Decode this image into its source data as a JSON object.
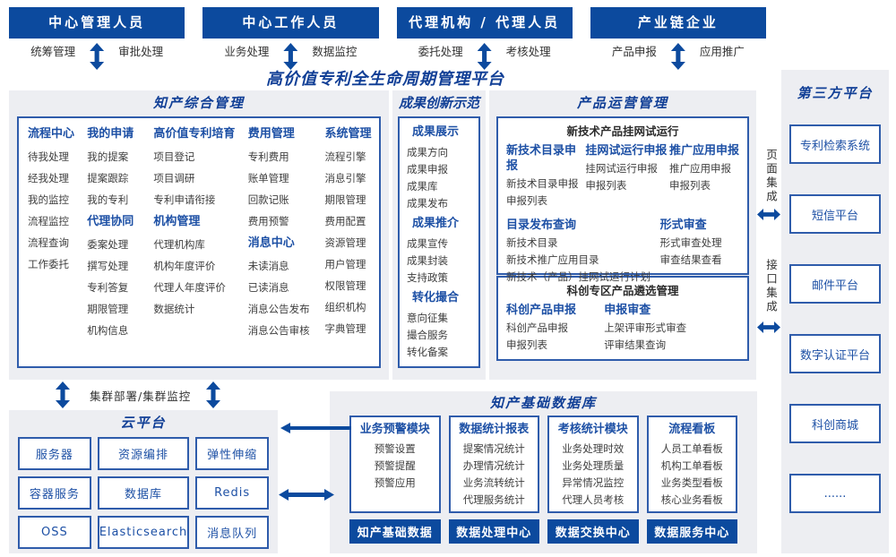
{
  "colors": {
    "primary": "#0c4a9e",
    "panel_bg": "#edeef2",
    "border": "#2f5cab",
    "section_text": "#1d50a5"
  },
  "top_roles": [
    {
      "title": "中心管理人员",
      "left": "统筹管理",
      "right": "审批处理"
    },
    {
      "title": "中心工作人员",
      "left": "业务处理",
      "right": "数据监控"
    },
    {
      "title": "代理机构 / 代理人员",
      "left": "委托处理",
      "right": "考核处理"
    },
    {
      "title": "产业链企业",
      "left": "产品申报",
      "right": "应用推广"
    }
  ],
  "platform_title": "高价值专利全生命周期管理平台",
  "ip_mgmt": {
    "title": "知产综合管理",
    "sections": {
      "process_center": {
        "title": "流程中心",
        "items": [
          "待我处理",
          "经我处理",
          "我的监控",
          "流程监控",
          "流程查询",
          "工作委托"
        ]
      },
      "my_application": {
        "title": "我的申请",
        "items": [
          "我的提案",
          "提案跟踪",
          "我的专利"
        ]
      },
      "agency_collab": {
        "title": "代理协同",
        "items": [
          "委案处理",
          "撰写处理",
          "专利答复",
          "期限管理",
          "机构信息"
        ]
      },
      "hv_cultivation": {
        "title": "高价值专利培育",
        "items": [
          "项目登记",
          "项目调研",
          "专利申请衔接"
        ]
      },
      "org_mgmt": {
        "title": "机构管理",
        "items": [
          "代理机构库",
          "机构年度评价",
          "代理人年度评价",
          "数据统计"
        ]
      },
      "fee_mgmt": {
        "title": "费用管理",
        "items": [
          "专利费用",
          "账单管理",
          "回款记账",
          "费用预警"
        ]
      },
      "msg_center": {
        "title": "消息中心",
        "items": [
          "未读消息",
          "已读消息",
          "消息公告发布",
          "消息公告审核"
        ]
      },
      "sys_mgmt": {
        "title": "系统管理",
        "items": [
          "流程引擎",
          "消息引擎",
          "期限管理",
          "费用配置",
          "资源管理",
          "用户管理",
          "权限管理",
          "组织机构",
          "字典管理"
        ]
      }
    }
  },
  "innovation": {
    "title": "成果创新示范",
    "sections": {
      "display": {
        "title": "成果展示",
        "items": [
          "成果方向",
          "成果申报",
          "成果库",
          "成果发布"
        ]
      },
      "promotion": {
        "title": "成果推介",
        "items": [
          "成果宣传",
          "成果封装",
          "支持政策"
        ]
      },
      "matching": {
        "title": "转化撮合",
        "items": [
          "意向征集",
          "撮合服务",
          "转化备案"
        ]
      }
    }
  },
  "product_ops": {
    "title": "产品运营管理",
    "trial_box": {
      "title": "新技术产品挂网试运行",
      "sections": {
        "new_tech_catalog": {
          "title": "新技术目录申报",
          "items": [
            "新技术目录申报",
            "申报列表"
          ]
        },
        "online_trial": {
          "title": "挂网试运行申报",
          "items": [
            "挂网试运行申报",
            "申报列表"
          ]
        },
        "promo_app": {
          "title": "推广应用申报",
          "items": [
            "推广应用申报",
            "申报列表"
          ]
        },
        "catalog_query": {
          "title": "目录发布查询",
          "items": [
            "新技术目录",
            "新技术推广应用目录",
            "新技术（产品）挂网试运行计划"
          ]
        },
        "formal_review": {
          "title": "形式审查",
          "items": [
            "形式审查处理",
            "审查结果查看"
          ]
        }
      }
    },
    "selection_box": {
      "title": "科创专区产品遴选管理",
      "sections": {
        "sci_product_declare": {
          "title": "科创产品申报",
          "items": [
            "科创产品申报",
            "申报列表"
          ]
        },
        "declare_review": {
          "title": "申报审查",
          "items": [
            "上架评审形式审查",
            "评审结果查询"
          ]
        }
      }
    }
  },
  "integration": {
    "page": "页面集成",
    "api": "接口集成"
  },
  "third_party": {
    "title": "第三方平台",
    "items": [
      "专利检索系统",
      "短信平台",
      "邮件平台",
      "数字认证平台",
      "科创商城",
      "......"
    ]
  },
  "cluster_label": "集群部署/集群监控",
  "cloud": {
    "title": "云平台",
    "items": [
      "服务器",
      "资源编排",
      "弹性伸缩",
      "容器服务",
      "数据库",
      "Redis",
      "OSS",
      "Elasticsearch",
      "消息队列"
    ]
  },
  "database": {
    "title": "知产基础数据库",
    "modules": {
      "warning": {
        "title": "业务预警模块",
        "items": [
          "预警设置",
          "预警提醒",
          "预警应用"
        ]
      },
      "report": {
        "title": "数据统计报表",
        "items": [
          "提案情况统计",
          "办理情况统计",
          "业务流转统计",
          "代理服务统计"
        ]
      },
      "assess": {
        "title": "考核统计模块",
        "items": [
          "业务处理时效",
          "业务处理质量",
          "异常情况监控",
          "代理人员考核"
        ]
      },
      "board": {
        "title": "流程看板",
        "items": [
          "人员工单看板",
          "机构工单看板",
          "业务类型看板",
          "核心业务看板"
        ]
      }
    },
    "centers": [
      "知产基础数据",
      "数据处理中心",
      "数据交换中心",
      "数据服务中心"
    ]
  }
}
